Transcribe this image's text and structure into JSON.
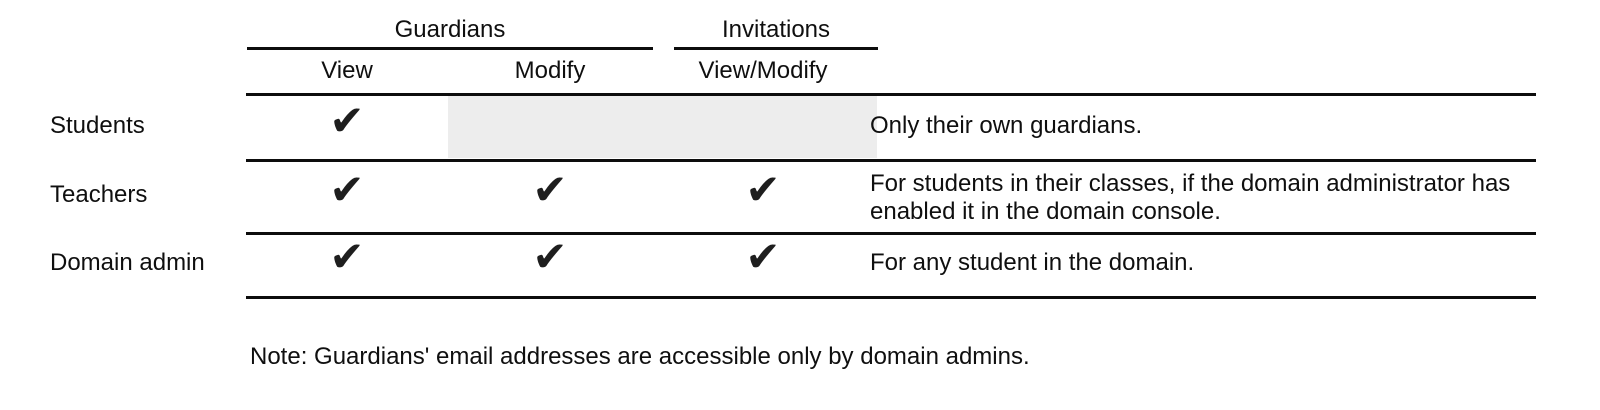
{
  "table": {
    "check_glyph": "✔",
    "column_groups": [
      {
        "label": "Guardians",
        "columns": [
          "View",
          "Modify"
        ]
      },
      {
        "label": "Invitations",
        "columns": [
          "View/Modify"
        ]
      }
    ],
    "rows": [
      {
        "label": "Students",
        "view": true,
        "modify": false,
        "view_modify": false,
        "shaded_no_permission": true,
        "note": "Only their own guardians."
      },
      {
        "label": "Teachers",
        "view": true,
        "modify": true,
        "view_modify": true,
        "shaded_no_permission": false,
        "note": "For students in their classes, if the domain administrator has enabled it in the domain console."
      },
      {
        "label": "Domain admin",
        "view": true,
        "modify": true,
        "view_modify": true,
        "shaded_no_permission": false,
        "note": "For any student in the domain."
      }
    ]
  },
  "footnote": "Note: Guardians' email addresses are accessible only by domain admins.",
  "colors": {
    "shaded_cell": "#ededed",
    "text": "#0f0f0f",
    "line": "#0d0d0d"
  }
}
